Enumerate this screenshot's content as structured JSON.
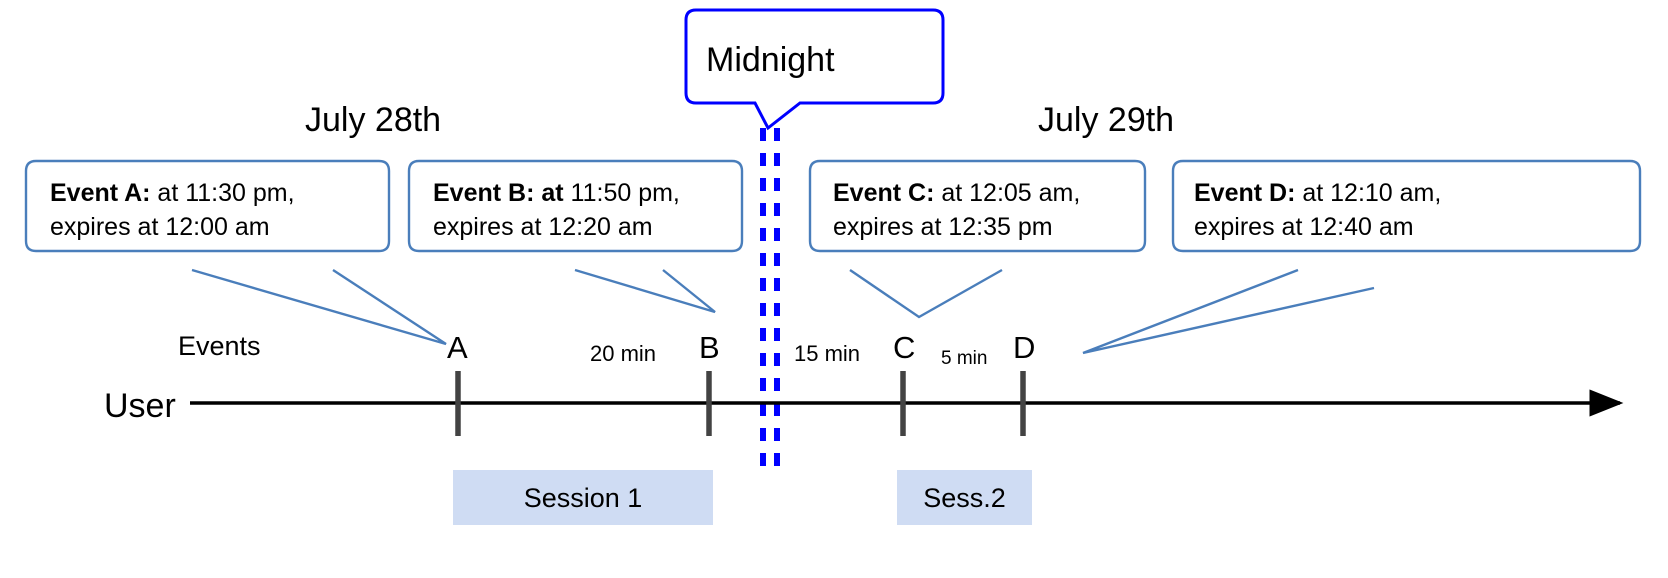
{
  "diagram": {
    "title_top": "Midnight",
    "days": [
      {
        "label": "July 28th"
      },
      {
        "label": "July 29th"
      }
    ],
    "row_labels": {
      "events": "Events",
      "user": "User"
    },
    "callouts": [
      {
        "id": "event-a",
        "bold": "Event A:",
        "rest_line1": " at 11:30 pm,",
        "line2": "expires at 12:00 am"
      },
      {
        "id": "event-b",
        "bold": "Event B: at",
        "rest_line1": " 11:50 pm,",
        "line2": "expires at 12:20 am"
      },
      {
        "id": "event-c",
        "bold": "Event C:",
        "rest_line1": " at 12:05 am,",
        "line2": "expires at 12:35 pm"
      },
      {
        "id": "event-d",
        "bold": "Event D:",
        "rest_line1": "  at 12:10 am,",
        "line2": "expires at 12:40 am"
      }
    ],
    "event_markers": [
      {
        "letter": "A"
      },
      {
        "letter": "B"
      },
      {
        "letter": "C"
      },
      {
        "letter": "D"
      }
    ],
    "gaps": [
      {
        "label": "20 min"
      },
      {
        "label": "15 min"
      },
      {
        "label": "5 min"
      }
    ],
    "sessions": [
      {
        "label": "Session 1"
      },
      {
        "label": "Sess.2"
      }
    ],
    "colors": {
      "midnight_line": "#0000ff",
      "callout_border": "#4a7ebb",
      "midnight_callout_border": "#0000ff",
      "axis": "#000000",
      "tick": "#434343",
      "session_fill": "#cfdcf3"
    }
  }
}
